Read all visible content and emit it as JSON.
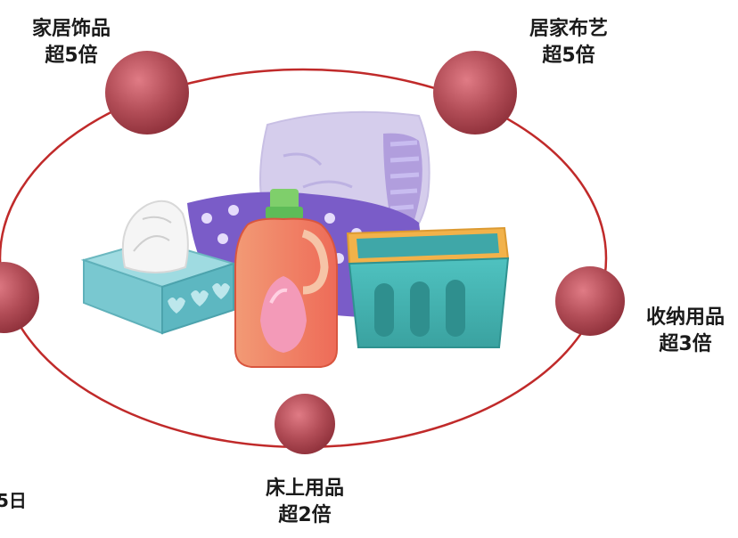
{
  "nodes": [
    {
      "name": "家居饰品",
      "value": "超5倍"
    },
    {
      "name": "居家布艺",
      "value": "超5倍"
    },
    {
      "name": "收纳用品",
      "value": "超3倍"
    },
    {
      "name": "床上用品",
      "value": "超2倍"
    }
  ],
  "partial_text": "5日",
  "colors": {
    "ellipse": "#c02a2a",
    "node_fill": "#b24d57",
    "pillow": "#cfc6ea",
    "dotted_cloth": "#7a5cc8",
    "tissue_box": "#79c8d0",
    "bottle": "#f07a62",
    "basket": "#46aaa8",
    "basket_rim": "#f2b24a"
  }
}
